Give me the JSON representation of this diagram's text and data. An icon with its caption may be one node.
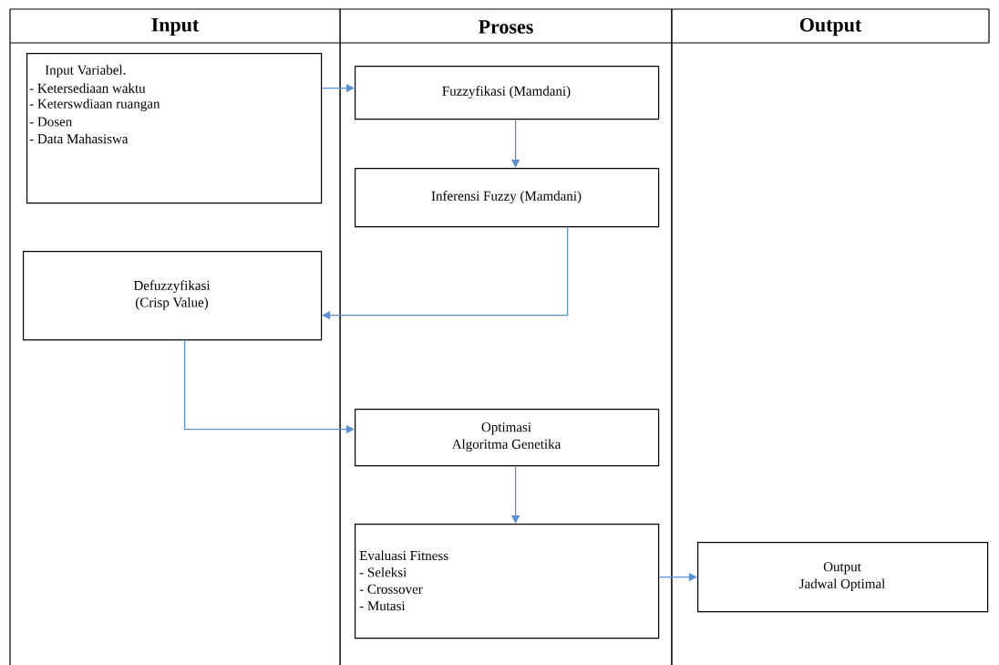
{
  "diagram": {
    "nodes": [
      {
        "text": [
          "Input"
        ]
      },
      {
        "text": [
          "Proses"
        ]
      },
      {
        "text": [
          "Output"
        ]
      },
      {
        "text": [
          "Input Variabel.",
          "- Ketersediaan waktu",
          "- Keterswdiaan ruangan",
          "- Dosen",
          "- Data Mahasiswa"
        ],
        "in": 0
      },
      {
        "text": [
          "Fuzzyfikasi (Mamdani)"
        ],
        "in": 1
      },
      {
        "text": [
          "Inferensi Fuzzy (Mamdani)"
        ],
        "in": 1
      },
      {
        "text": [
          "Defuzzyfikasi",
          "(Crisp Value)"
        ],
        "in": 0
      },
      {
        "text": [
          "Optimasi",
          "Algoritma Genetika"
        ],
        "in": 1
      },
      {
        "text": [
          "Evaluasi Fitness",
          "- Seleksi",
          "- Crossover",
          "- Mutasi"
        ],
        "in": 1
      },
      {
        "text": [
          "Output",
          "Jadwal Optimal"
        ],
        "in": 2
      }
    ],
    "edges": [
      {
        "from": 3,
        "to": 4,
        "arrow": "to"
      },
      {
        "from": 4,
        "to": 5,
        "arrow": "to"
      },
      {
        "from": 5,
        "to": 6,
        "arrow": "to"
      },
      {
        "from": 6,
        "to": 7,
        "arrow": "to"
      },
      {
        "from": 7,
        "to": 8,
        "arrow": "to"
      },
      {
        "from": 8,
        "to": 9,
        "arrow": "to"
      }
    ]
  }
}
